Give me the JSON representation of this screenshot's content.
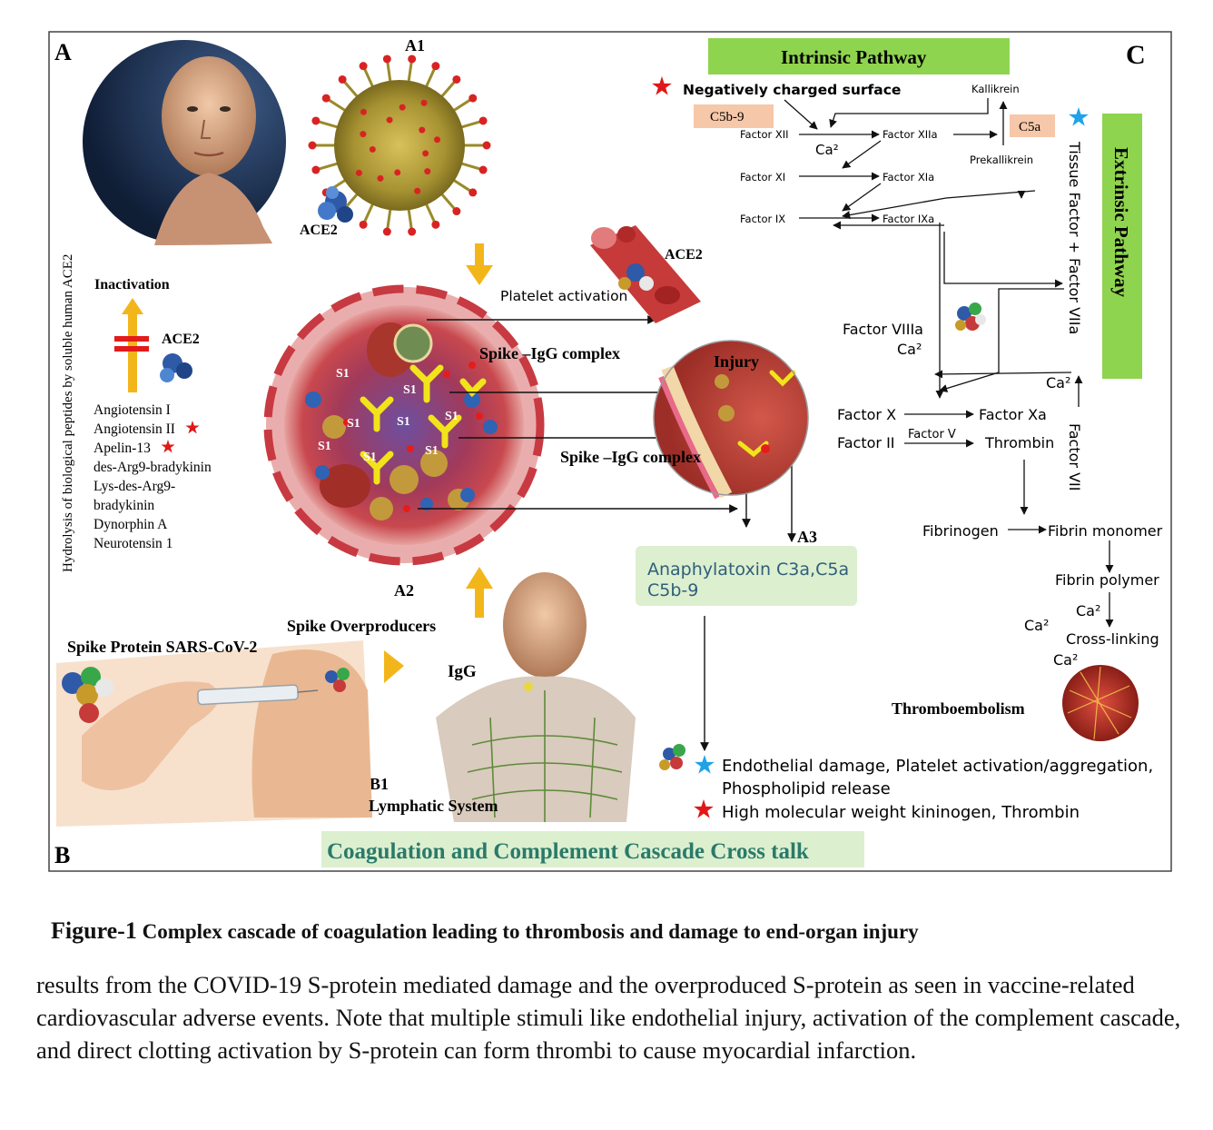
{
  "panels": {
    "a": "A",
    "b": "B",
    "c": "C",
    "a1": "A1",
    "a2": "A2",
    "a3": "A3",
    "b1": "B1"
  },
  "left": {
    "vertical_text": "Hydrolysis of biological peptides by soluble human ACE2",
    "inactivation": "Inactivation",
    "ace2": "ACE2",
    "peptides": [
      "Angiotensin I",
      "Angiotensin II",
      "Apelin-13",
      "des-Arg9-bradykinin",
      "Lys-des-Arg9-",
      "bradykinin",
      "Dynorphin A",
      "Neurotensin 1"
    ]
  },
  "center": {
    "ace2_virus": "ACE2",
    "ace2_tissue": "ACE2",
    "platelet_activation": "Platelet activation",
    "spike_igg_1": "Spike –IgG complex",
    "spike_igg_2": "Spike –IgG complex",
    "injury": "Injury",
    "s1_labels": [
      "S1",
      "S1",
      "S1",
      "S1",
      "S1",
      "S1",
      "S1",
      "S1"
    ],
    "anaphylatoxin_1": "Anaphylatoxin C3a,C5a",
    "anaphylatoxin_2": "C5b-9"
  },
  "bottom_left": {
    "spike_protein": "Spike Protein SARS-CoV-2",
    "spike_overproducers": "Spike Overproducers",
    "igg": "IgG",
    "lymphatic": "Lymphatic System"
  },
  "intrinsic": {
    "title": "Intrinsic Pathway",
    "negatively_charged": "Negatively charged surface",
    "c5b9": "C5b-9",
    "c5a": "C5a",
    "kallikrein": "Kallikrein",
    "prekallikrein": "Prekallikrein",
    "factor_xii": "Factor XII",
    "factor_xiia": "Factor XIIa",
    "factor_xi": "Factor XI",
    "factor_xia": "Factor XIa",
    "factor_ix": "Factor IX",
    "factor_ixa": "Factor IXa",
    "ca_1": "Ca²",
    "factor_viiia": "Factor VIIIa",
    "ca_2": "Ca²",
    "ca_3": "Ca²",
    "factor_x": "Factor X",
    "factor_xa": "Factor Xa",
    "factor_v": "Factor V",
    "factor_ii": "Factor II",
    "thrombin": "Thrombin",
    "fibrinogen": "Fibrinogen",
    "fibrin_monomer": "Fibrin monomer",
    "fibrin_polymer": "Fibrin polymer",
    "ca_4": "Ca²",
    "ca_5": "Ca²",
    "cross_linking": "Cross-linking",
    "ca_6": "Ca²",
    "thromboembolism": "Thromboembolism"
  },
  "extrinsic": {
    "title": "Extrinsic Pathway",
    "tissue_factor": "Tissue Factor + Factor VIIa",
    "factor_vii": "Factor VII"
  },
  "legend": {
    "blue_line1": "Endothelial damage, Platelet activation/aggregation,",
    "blue_line2": "Phospholipid release",
    "red_line": "High molecular weight kininogen, Thrombin"
  },
  "bottom_title": "Coagulation and Complement Cascade Cross talk",
  "caption": {
    "label": "Figure-1",
    "title": " Complex cascade of coagulation leading to thrombosis and damage to end-organ injury",
    "body": "results from the COVID-19 S-protein mediated damage and the overproduced S-protein as seen in vaccine-related cardiovascular adverse events. Note that multiple stimuli like endothelial injury, activation of the complement cascade, and direct clotting activation by S-protein can form thrombi to cause myocardial infarction."
  },
  "colors": {
    "green_box": "#8fd44f",
    "light_green": "#dcefcf",
    "salmon": "#f6c7a8",
    "red_star": "#e01818",
    "blue_star": "#1fa3e8",
    "arrow_orange": "#f3b61a"
  }
}
